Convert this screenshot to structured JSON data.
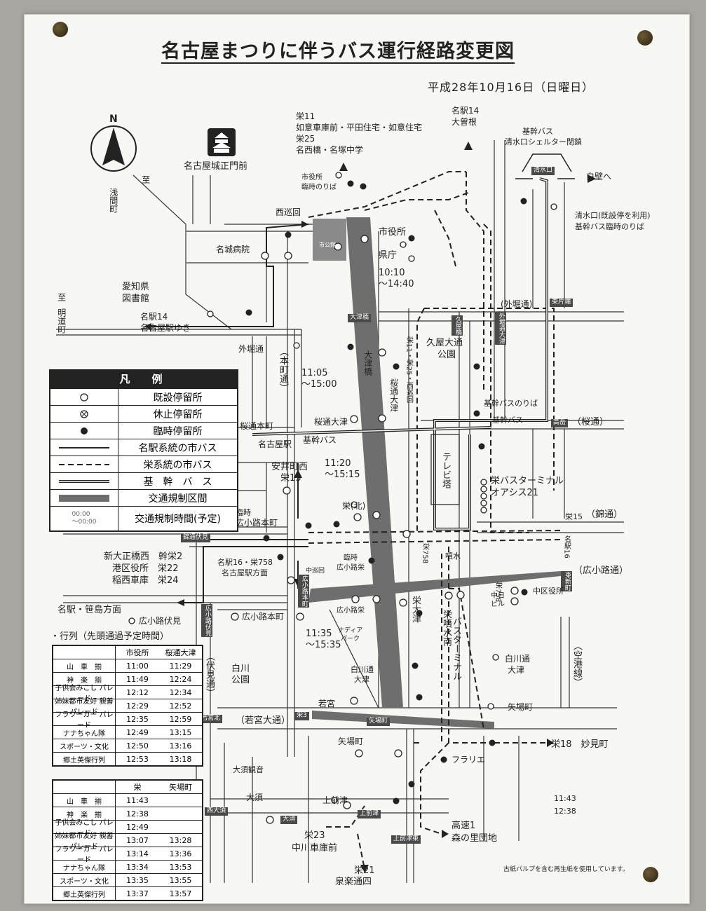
{
  "title": "名古屋まつりに伴うバス運行経路変更図",
  "date": "平成28年10月16日（日曜日）",
  "north": "N",
  "landmark": "名古屋城正門前",
  "legend": {
    "title": "凡　例",
    "items": [
      {
        "symbol": "open-circle",
        "label": "既設停留所"
      },
      {
        "symbol": "crossed-circle",
        "label": "休止停留所"
      },
      {
        "symbol": "filled-circle",
        "label": "臨時停留所"
      },
      {
        "symbol": "solid-line",
        "label": "名駅系統の市バス"
      },
      {
        "symbol": "dashed-line",
        "label": "栄系統の市バス"
      },
      {
        "symbol": "double-line",
        "label": "基　幹　バ　ス"
      },
      {
        "symbol": "gray-bar",
        "label": "交通規制区間"
      },
      {
        "symbol": "time-box",
        "label": "交通規制時間(予定)",
        "sample": "00:00\n～00:00"
      }
    ]
  },
  "labels": {
    "sakae11": "栄11",
    "sakae11_dest": "如意車庫前・平田住宅・如意住宅",
    "sakae25": "栄25",
    "sakae25_dest": "名西橋・名塚中学",
    "meieki14_top": "名駅14",
    "ozone": "大曽根",
    "kikan_shelter1": "基幹バス",
    "kikan_shelter2": "清水口シェルター閉鎖",
    "shimizuguchi_tag": "清水口",
    "shirakabe": "白壁へ",
    "shiyakusho_temp1": "市役所",
    "shiyakusho_temp2": "臨時のりば",
    "nishijunkai": "西巡回",
    "shiyakusho": "市役所",
    "kencho": "県庁",
    "time1a": "10:10",
    "time1b": "～14:40",
    "meijo_hospital": "名城病院",
    "shi_kanko": "市公館",
    "shimizuguchi_note1": "清水口(既設停を利用)",
    "shimizuguchi_note2": "基幹バス臨時のりば",
    "library1": "愛知県",
    "library2": "図書館",
    "to_asama1": "至",
    "to_asama2": "浅間町",
    "to_meido1": "至",
    "to_meido2": "明道町",
    "meieki14": "名駅14",
    "nagoya_eki_yuki": "名古屋駅ゆき",
    "sotobori": "(外堀通)",
    "higashikataha": "東片端",
    "otsubashi": "大津橋",
    "kuyabashi": "久屋橋",
    "gaibori_tag": "外堀通大津",
    "hisaya_park1": "久屋大通",
    "hisaya_park2": "公園",
    "sotobori_dori": "外堀通",
    "honmachi": "（本町通）",
    "time2a": "11:05",
    "time2b": "～15:00",
    "otsu_label": "大津橋",
    "sakuradori_otsu": "桜通大津",
    "sakae_route_v": "栄11・栄25・西巡回",
    "kikan_noriba": "基幹バスのりば",
    "kikan_bus": "基幹バス",
    "takaoka": "高岳",
    "sakuradori": "（桜通）",
    "sakuradori_honmachi": "桜通本町",
    "sakuradori_otsu2": "桜通大津",
    "meieki_label": "名古屋駅",
    "kikan_bus_label": "基幹バス",
    "yasui_nishi": "安井町西",
    "sakae13": "栄13",
    "time3a": "11:20",
    "time3b": "～15:15",
    "tv_tower": "テレビ塔",
    "oasis1": "栄バスターミナル",
    "oasis2": "オアシス21",
    "rinji": "臨時",
    "hirokoji_honmachi_temp": "広小路本町",
    "sakae_kita": "栄(北)",
    "sakae15": "栄15",
    "nishiki": "（錦通）",
    "nishiki_fushimi_tag": "錦通伏見",
    "shin_ohashi": "新大正橋西　幹栄2",
    "minato": "港区役所　栄22",
    "inae": "稲西車庫　栄24",
    "meieki16": "名駅16・栄758",
    "meieki_direction": "名古屋駅方面",
    "rinji2": "臨時",
    "hirokoji_sakae": "広小路栄",
    "nakajunkai": "中巡回",
    "sakae758": "栄758",
    "funsui": "噴水",
    "meieki16_v": "名駅16",
    "hirokoji": "（広小路通）",
    "higashi_betsuin": "東新町",
    "chunichi": "中日ビル",
    "naka_kuyakusho": "中区役所",
    "hirokoji_fushimi_tag": "広小路伏見",
    "hirokoji_honmachi_tag": "広小路本町",
    "meieki_sasashima": "名駅・笹島方面",
    "hirokoji_fushimi": "広小路伏見",
    "hirokoji_honmachi": "広小路本町",
    "hirokoji_sakae2": "広小路栄",
    "nadya1": "ナディア",
    "nadya2": "パーク",
    "sakae_otsu": "栄大津",
    "sakae_funsui_minami": "栄噴水南",
    "bus_terminal": "バスターミナル",
    "sakae758_v": "栄758",
    "time4a": "11:35",
    "time4b": "～15:35",
    "shirakawa_park1": "白川",
    "shirakawa_park2": "公園",
    "fushimi_dori": "（伏見通）",
    "shirakawa_otsu1": "白川通",
    "shirakawa_otsu2": "大津",
    "shirakawa_otsu3": "白川通",
    "shirakawa_otsu4": "大津",
    "kuko": "（空港線）",
    "wakamiya": "若宮",
    "yabacho": "矢場町",
    "wakamiya_kita_tag": "若宮北",
    "wakamiya_dori": "（若宮大通）",
    "sakae3_tag": "栄3",
    "yabacho_tag": "矢場町",
    "sakae18": "栄18　妙見町",
    "yabacho2": "矢場町",
    "furarie": "フラリエ",
    "osu_kannon": "大須観音",
    "osu": "大須",
    "kamimaezu": "上前津",
    "time5a": "11:43",
    "time5b": "12:38",
    "nishi_osu_tag": "西大須",
    "osu_tag": "大須",
    "kamimaezu_tag": "上前津",
    "kamimaezu_kita_tag": "上前津東",
    "sakae23": "栄23",
    "nakagawa": "中川車庫前",
    "kosoku1": "高速1",
    "morinosato": "森の里団地",
    "sakae21": "栄21",
    "senraku": "泉楽通四",
    "footer_note": "古紙パルプを含む再生紙を使用しています。"
  },
  "parade_heading": "・行列（先頭通過予定時間）",
  "schedule1": {
    "headers": [
      "",
      "市役所",
      "桜通大津"
    ],
    "rows": [
      [
        "山　車　揃",
        "11:00",
        "11:29"
      ],
      [
        "神　楽　揃",
        "11:49",
        "12:24"
      ],
      [
        "子供会みこし パレード",
        "12:12",
        "12:34"
      ],
      [
        "姉妹都市友好 親善パレード",
        "12:29",
        "12:52"
      ],
      [
        "フラワーカー パレード",
        "12:35",
        "12:59"
      ],
      [
        "ナナちゃん隊",
        "12:49",
        "13:15"
      ],
      [
        "スポーツ・文化",
        "12:50",
        "13:16"
      ],
      [
        "郷土英傑行列",
        "12:53",
        "13:18"
      ]
    ]
  },
  "schedule2": {
    "headers": [
      "",
      "栄",
      "矢場町"
    ],
    "rows": [
      [
        "山　車　揃",
        "11:43",
        ""
      ],
      [
        "神　楽　揃",
        "12:38",
        ""
      ],
      [
        "子供会みこし パレード",
        "12:49",
        ""
      ],
      [
        "姉妹都市友好 親善パレード",
        "13:07",
        "13:28"
      ],
      [
        "フラワーカー パレード",
        "13:14",
        "13:36"
      ],
      [
        "ナナちゃん隊",
        "13:34",
        "13:53"
      ],
      [
        "スポーツ・文化",
        "13:35",
        "13:55"
      ],
      [
        "郷土英傑行列",
        "13:37",
        "13:57"
      ]
    ]
  },
  "colors": {
    "ink": "#222222",
    "regulation": "#6e6e6e",
    "paper": "#f7f7f4"
  }
}
